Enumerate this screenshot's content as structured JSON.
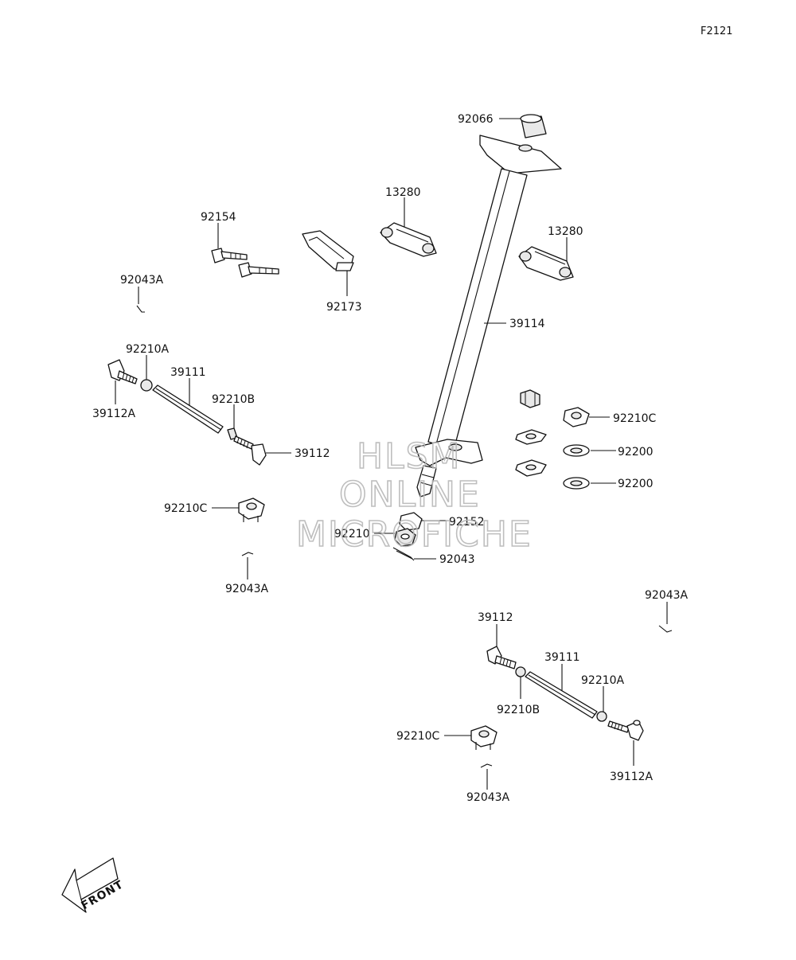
{
  "diagram_ref": "F2121",
  "watermark": {
    "line1": "HLSM",
    "line2": "ONLINE",
    "line3": "MICROFICHE"
  },
  "front_arrow_text": "FRONT",
  "labels": {
    "p92066": "92066",
    "p13280_left": "13280",
    "p13280_right": "13280",
    "p92154": "92154",
    "p92173": "92173",
    "p92043A_top": "92043A",
    "p39114": "39114",
    "p92210A_left": "92210A",
    "p39111_left": "39111",
    "p39112A_left": "39112A",
    "p92210B_left": "92210B",
    "p39112_left": "39112",
    "p92210C_right": "92210C",
    "p92200_a": "92200",
    "p92200_b": "92200",
    "p92210C_left": "92210C",
    "p92152": "92152",
    "p92210": "92210",
    "p92043": "92043",
    "p92043A_left": "92043A",
    "p92043A_right": "92043A",
    "p39112_right": "39112",
    "p39111_right": "39111",
    "p92210A_right": "92210A",
    "p92210B_right": "92210B",
    "p92210C_bottom": "92210C",
    "p39112A_right": "39112A",
    "p92043A_bottom": "92043A"
  }
}
